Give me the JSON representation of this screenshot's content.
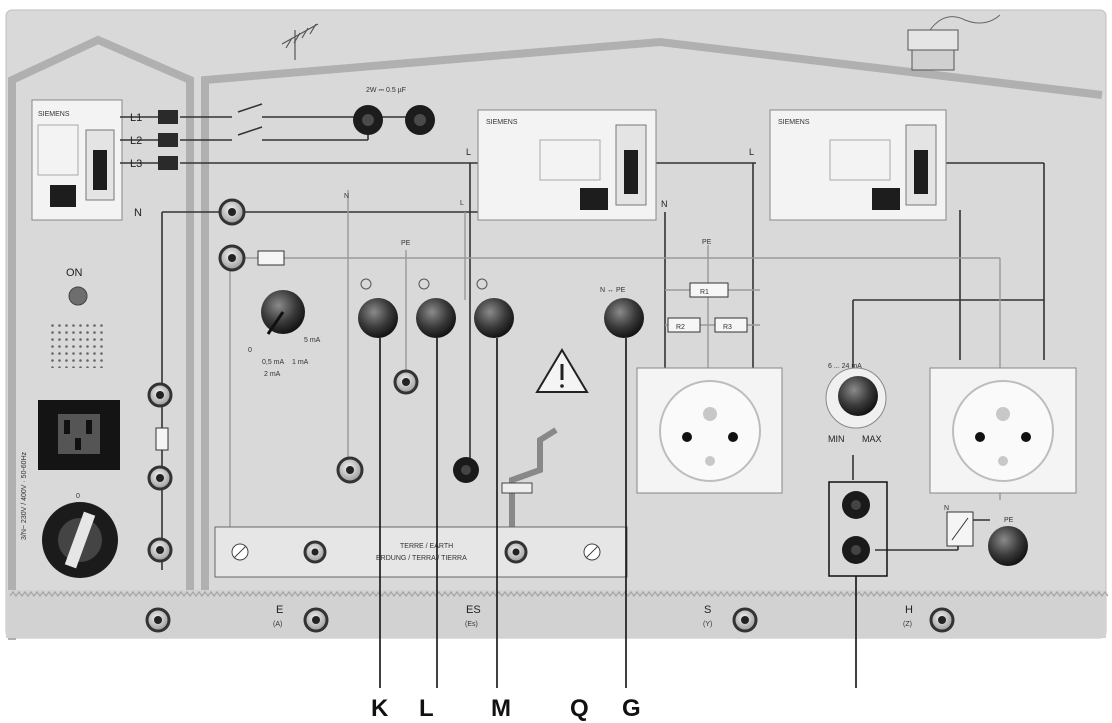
{
  "panel": {
    "phase_labels": [
      "L1",
      "L2",
      "L3"
    ],
    "neutral_label": "N",
    "on_label": "ON",
    "capacitor_label": "2W ⎓ 0.5 µF",
    "breaker_brand": "SIEMENS",
    "pe_label": "PE",
    "n_label": "N",
    "l_label": "L",
    "n_pe_label": "N ↔ PE",
    "resistor_labels": [
      "R1",
      "R2",
      "R3"
    ],
    "timer_labels": [
      "0",
      "0,5 mA",
      "1 mA",
      "2 mA",
      "5 mA"
    ],
    "ma_label": "6 ... 24 mA",
    "min_label": "MIN",
    "max_label": "MAX",
    "earth_label_1": "TERRE / EARTH",
    "earth_label_2": "ERDUNG / TERRA / TIERRA",
    "side_rating_text": "3/N~ 230V / 400V · 50-60Hz",
    "bottom_terminals": [
      {
        "letter": "E",
        "sub": "(A)"
      },
      {
        "letter": "ES",
        "sub": "(Es)"
      },
      {
        "letter": "S",
        "sub": "(Y)"
      },
      {
        "letter": "H",
        "sub": "(Z)"
      }
    ]
  },
  "callouts": [
    "K",
    "L",
    "M",
    "Q",
    "G"
  ]
}
